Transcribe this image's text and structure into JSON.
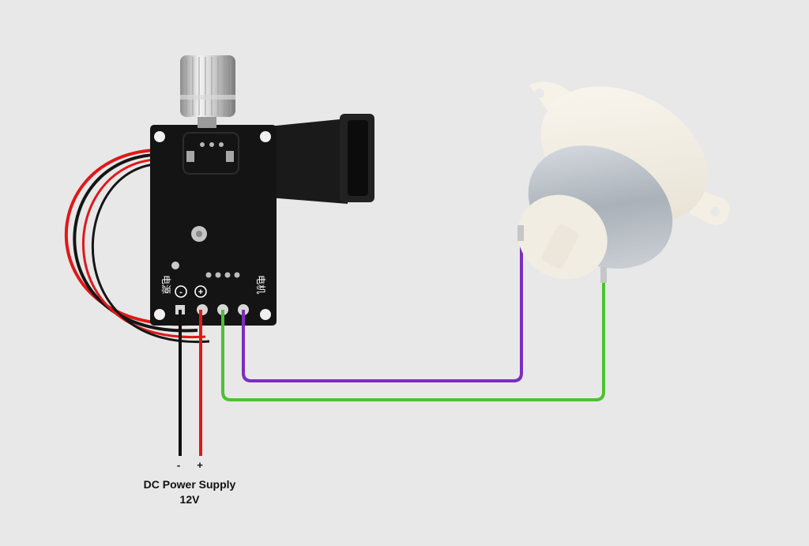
{
  "power_supply": {
    "name": "DC Power Supply",
    "voltage": "12V",
    "negative_sign": "-",
    "positive_sign": "+"
  },
  "board": {
    "terminal_group_power": "电源",
    "terminal_group_motor": "电机",
    "negative_marking": "-",
    "positive_marking": "+"
  },
  "colors": {
    "background": "#e8e8e8",
    "wire_negative": "#111111",
    "wire_positive": "#e01818",
    "wire_motor_a": "#7a2fbf",
    "wire_motor_b": "#4cc230",
    "pcb": "#141414",
    "motor_gearbox": "#f3efe4",
    "motor_can": "#b9bfc6"
  }
}
